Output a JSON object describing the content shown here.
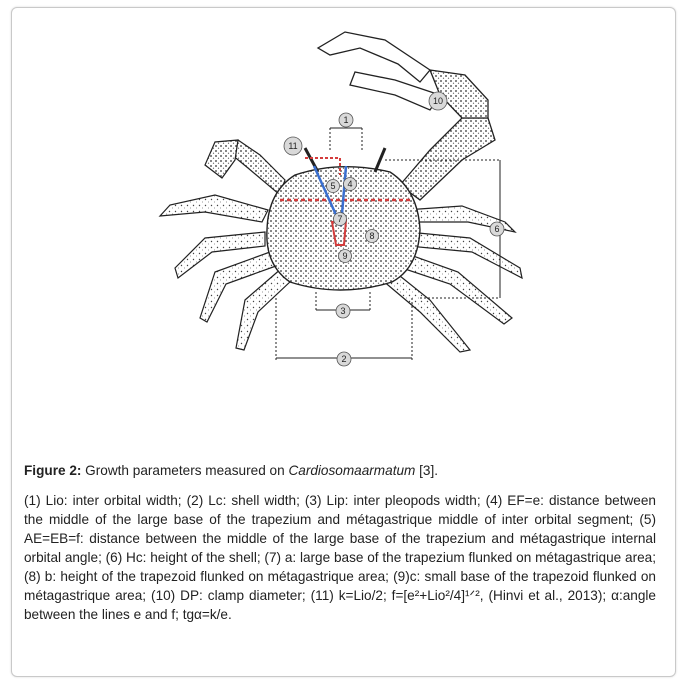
{
  "figure": {
    "labels": [
      "1",
      "2",
      "3",
      "4",
      "5",
      "6",
      "7",
      "8",
      "9",
      "10",
      "11"
    ],
    "colors": {
      "red_marker": "#d43c3c",
      "blue_marker": "#3a6fd0",
      "label_fill": "#d9d9d9",
      "drawing": "#222222"
    }
  },
  "caption": {
    "fig_label": "Figure 2:",
    "fig_text": " Growth parameters measured on ",
    "species": "Cardiosomaarmatum",
    "ref": " [3].",
    "body": " (1) Lio: inter orbital width; (2) Lc: shell width; (3) Lip: inter pleopods width; (4) EF=e: distance between the middle of the large base of the trapezium and métagastrique middle of inter orbital segment; (5) AE=EB=f: distance between the middle of the large base of the trapezium and métagastrique internal orbital angle; (6) Hc: height of the shell; (7) a: large base of the trapezium flunked on métagastrique area; (8) b: height of the trapezoid flunked on métagastrique area; (9)c: small base of the trapezoid flunked on métagastrique area; (10) DP: clamp diameter; (11) k=Lio/2; f=[e²+Lio²/4]¹ᐟ², (Hinvi et al., 2013); α:angle between the lines e and f; tgα=k/e."
  }
}
